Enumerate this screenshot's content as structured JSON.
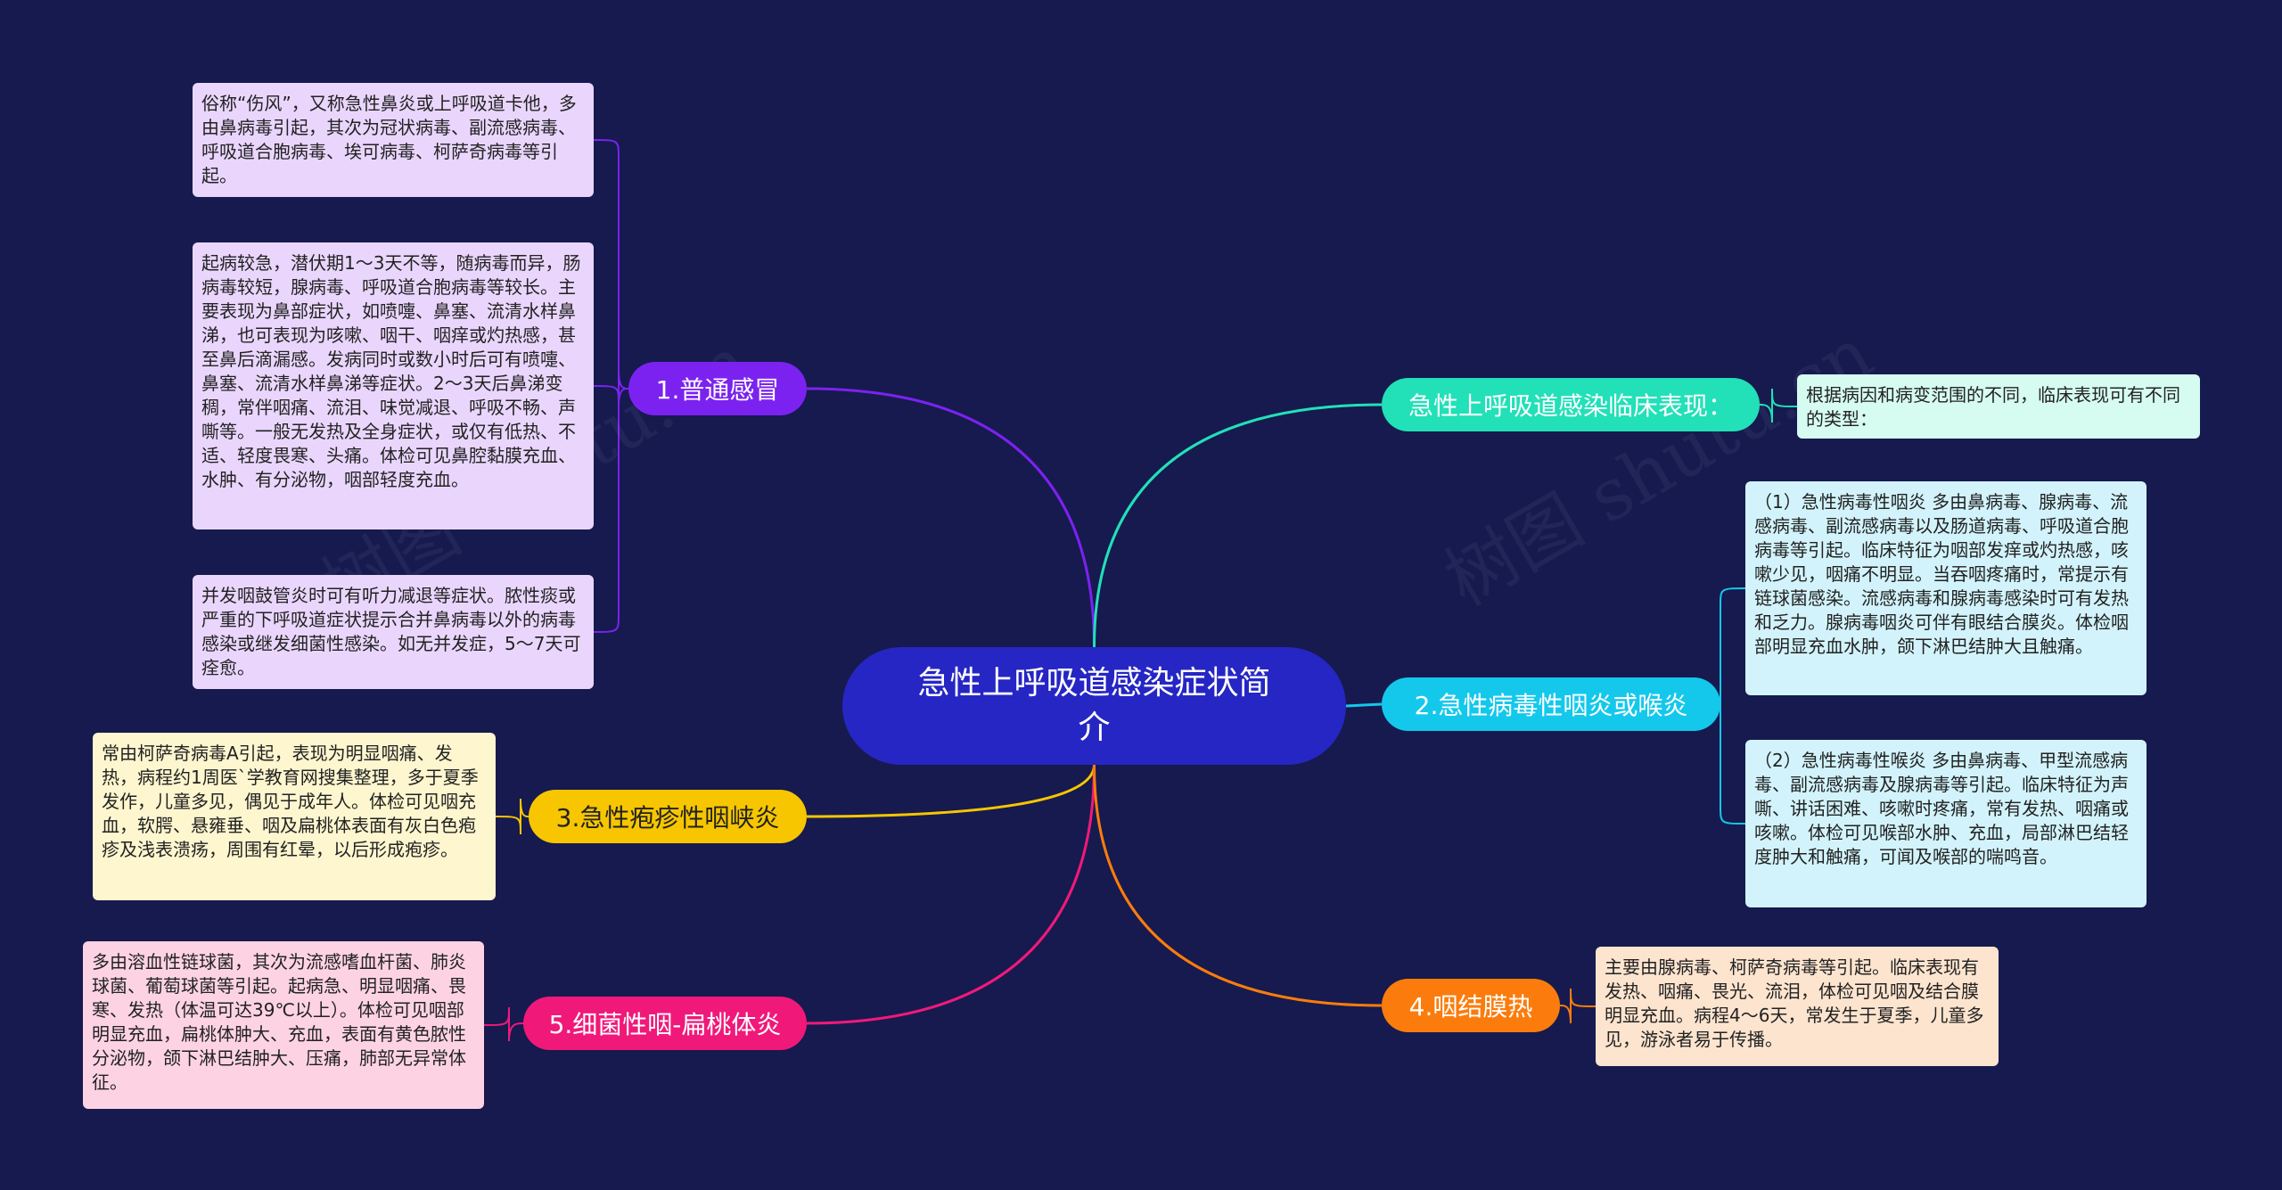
{
  "watermark": "树图 shutu.cn",
  "central": {
    "label": "急性上呼吸道感染症状简介",
    "color": "#2626c4"
  },
  "branches": [
    {
      "label": "1.普通感冒",
      "color": "#7b22f0",
      "note_bg": "#ead6fd",
      "notes": [
        "俗称“伤风”，又称急性鼻炎或上呼吸道卡他，多由鼻病毒引起，其次为冠状病毒、副流感病毒、呼吸道合胞病毒、埃可病毒、柯萨奇病毒等引起。",
        "起病较急，潜伏期1～3天不等，随病毒而异，肠病毒较短，腺病毒、呼吸道合胞病毒等较长。主要表现为鼻部症状，如喷嚏、鼻塞、流清水样鼻涕，也可表现为咳嗽、咽干、咽痒或灼热感，甚至鼻后滴漏感。发病同时或数小时后可有喷嚏、鼻塞、流清水样鼻涕等症状。2～3天后鼻涕变稠，常伴咽痛、流泪、味觉减退、呼吸不畅、声嘶等。一般无发热及全身症状，或仅有低热、不适、轻度畏寒、头痛。体检可见鼻腔黏膜充血、水肿、有分泌物，咽部轻度充血。",
        "并发咽鼓管炎时可有听力减退等症状。脓性痰或严重的下呼吸道症状提示合并鼻病毒以外的病毒感染或继发细菌性感染。如无并发症，5～7天可痊愈。"
      ]
    },
    {
      "label": "3.急性疱疹性咽峡炎",
      "color": "#f7c600",
      "note_bg": "#fdf6cf",
      "notes": [
        "常由柯萨奇病毒A引起，表现为明显咽痛、发热，病程约1周医`学教育网搜集整理，多于夏季发作，儿童多见，偶见于成年人。体检可见咽充血，软腭、悬雍垂、咽及扁桃体表面有灰白色疱疹及浅表溃疡，周围有红晕，以后形成疱疹。"
      ]
    },
    {
      "label": "5.细菌性咽-扁桃体炎",
      "color": "#f0197a",
      "note_bg": "#fdd3e4",
      "notes": [
        "多由溶血性链球菌，其次为流感嗜血杆菌、肺炎球菌、葡萄球菌等引起。起病急、明显咽痛、畏寒、发热（体温可达39℃以上）。体检可见咽部明显充血，扁桃体肿大、充血，表面有黄色脓性分泌物，颌下淋巴结肿大、压痛，肺部无异常体征。"
      ]
    },
    {
      "label": "急性上呼吸道感染临床表现：",
      "color": "#22e0b8",
      "note_bg": "#d6fbf1",
      "notes": [
        "根据病因和病变范围的不同，临床表现可有不同的类型："
      ]
    },
    {
      "label": "2.急性病毒性咽炎或喉炎",
      "color": "#14c8ec",
      "note_bg": "#d2f3fb",
      "notes": [
        "（1）急性病毒性咽炎 多由鼻病毒、腺病毒、流感病毒、副流感病毒以及肠道病毒、呼吸道合胞病毒等引起。临床特征为咽部发痒或灼热感，咳嗽少见，咽痛不明显。当吞咽疼痛时，常提示有链球菌感染。流感病毒和腺病毒感染时可有发热和乏力。腺病毒咽炎可伴有眼结合膜炎。体检咽部明显充血水肿，颌下淋巴结肿大且触痛。",
        "（2）急性病毒性喉炎 多由鼻病毒、甲型流感病毒、副流感病毒及腺病毒等引起。临床特征为声嘶、讲话困难、咳嗽时疼痛，常有发热、咽痛或咳嗽。体检可见喉部水肿、充血，局部淋巴结轻度肿大和触痛，可闻及喉部的喘鸣音。"
      ]
    },
    {
      "label": "4.咽结膜热",
      "color": "#fb7c0c",
      "note_bg": "#fde4cf",
      "notes": [
        "主要由腺病毒、柯萨奇病毒等引起。临床表现有发热、咽痛、畏光、流泪，体检可见咽及结合膜明显充血。病程4～6天，常发生于夏季，儿童多见，游泳者易于传播。"
      ]
    }
  ]
}
